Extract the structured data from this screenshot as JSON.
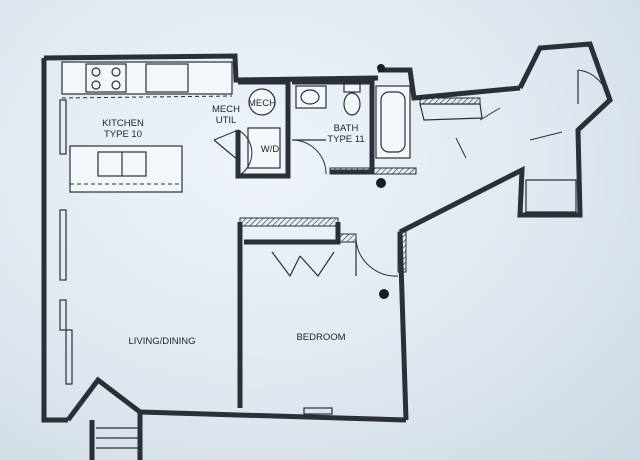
{
  "rooms": {
    "kitchen": {
      "name": "KITCHEN",
      "type": "TYPE 10"
    },
    "mech_label": "MECH",
    "mech_util": [
      "MECH",
      "UTIL"
    ],
    "washer_dryer": "W/D",
    "bath": {
      "name": "BATH",
      "type": "TYPE 11"
    },
    "living": "LIVING/DINING",
    "bedroom": "BEDROOM"
  }
}
